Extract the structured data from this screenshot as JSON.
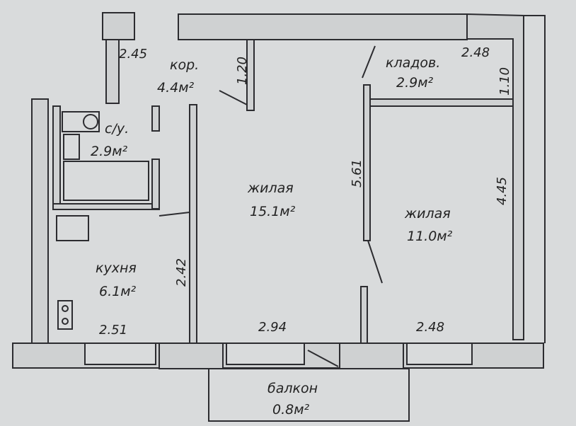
{
  "rooms": {
    "corridor": {
      "name": "кор.",
      "area": "4.4м²"
    },
    "storage": {
      "name": "кладов.",
      "area": "2.9м²"
    },
    "bathroom": {
      "name": "с/у.",
      "area": "2.9м²"
    },
    "living1": {
      "name": "жилая",
      "area": "15.1м²"
    },
    "living2": {
      "name": "жилая",
      "area": "11.0м²"
    },
    "kitchen": {
      "name": "кухня",
      "area": "6.1м²"
    },
    "balcony": {
      "name": "балкон",
      "area": "0.8м²"
    }
  },
  "dimensions": {
    "corridor_width": "2.45",
    "corridor_depth": "1.20",
    "storage_width": "2.48",
    "storage_depth": "1.10",
    "living1_depth": "5.61",
    "living2_depth": "4.45",
    "kitchen_depth": "2.42",
    "kitchen_width": "2.51",
    "living1_width": "2.94",
    "living2_width": "2.48"
  }
}
